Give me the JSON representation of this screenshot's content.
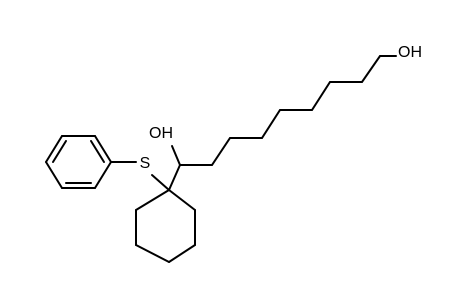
{
  "molecule": {
    "atoms": {
      "terminal_hydroxyl": "OH",
      "carbinol_hydroxyl": "OH",
      "sulfur": "S"
    },
    "line_color": "#000000",
    "background_color": "#ffffff"
  }
}
